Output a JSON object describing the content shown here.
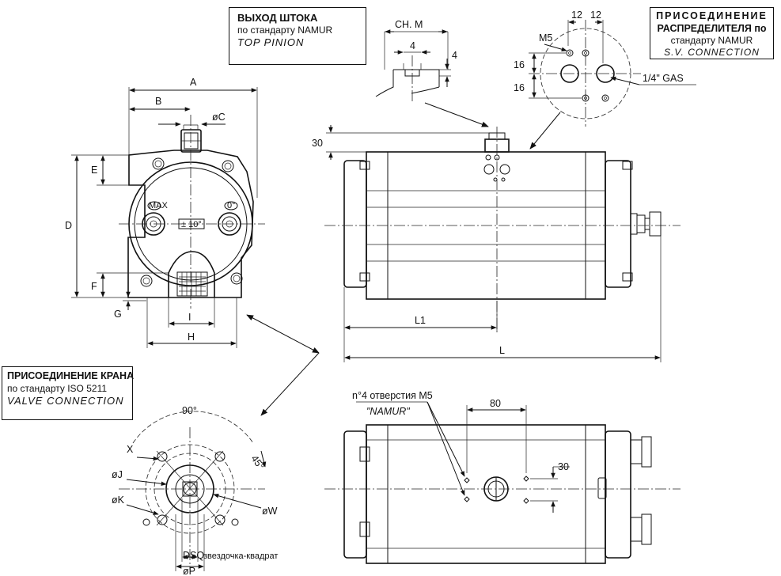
{
  "boxes": {
    "top_pinion": {
      "line1": "ВЫХОД ШТОКА",
      "line2": "по стандарту NAMUR",
      "line3": "TOP PINION"
    },
    "sv_connection": {
      "line1": "ПРИСОЕДИНЕНИЕ",
      "line2": "РАСПРЕДЕЛИТЕЛЯ по",
      "line3": "стандарту NAMUR",
      "line4": "S.V. CONNECTION"
    },
    "valve_connection": {
      "line1": "ПРИСОЕДИНЕНИЕ КРАНА",
      "line2": "по стандарту ISO 5211",
      "line3": "VALVE CONNECTION"
    }
  },
  "labels": {
    "A": "A",
    "B": "B",
    "C": "øC",
    "D": "D",
    "E": "E",
    "F": "F",
    "G": "G",
    "H": "H",
    "I": "I",
    "dim30": "30",
    "ch_m": "CH. M",
    "four_a": "4",
    "four_b": "4",
    "twelve_a": "12",
    "twelve_b": "12",
    "m5": "M5",
    "sixteen_a": "16",
    "sixteen_b": "16",
    "gas": "1/4\" GAS",
    "L1": "L1",
    "L": "L",
    "angle90": "90°",
    "angle45": "45°",
    "X": "X",
    "J": "øJ",
    "K": "øK",
    "W": "øW",
    "DSQ": "DSQ",
    "P": "øP",
    "star": "звездочка-квадрат",
    "holes": "n°4 отверстия M5",
    "namur": "\"NAMUR\"",
    "dim80": "80",
    "dim30b": "30",
    "max": "MAX",
    "zero": "0°",
    "pm10": "± 10°"
  }
}
